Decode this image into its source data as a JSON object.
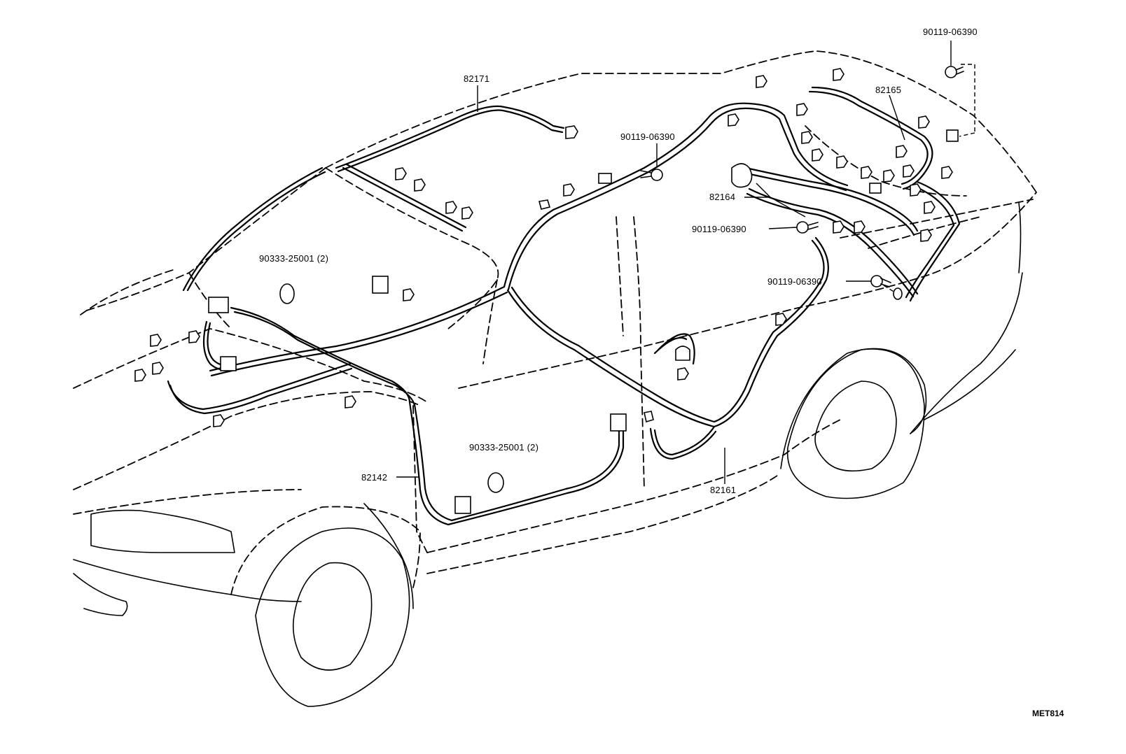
{
  "labels": {
    "harness_roof": "82171",
    "harness_floor_rear": "82165",
    "harness_luggage": "82164",
    "harness_cowl_side": "82142",
    "harness_floor": "82161",
    "bolt_top_right": "90119-06390",
    "bolt_roof": "90119-06390",
    "bolt_luggage": "90119-06390",
    "bolt_quarter": "90119-06390",
    "clamp_front": "90333-25001 (2)",
    "clamp_door": "90333-25001 (2)"
  },
  "figure_code": "MET814"
}
